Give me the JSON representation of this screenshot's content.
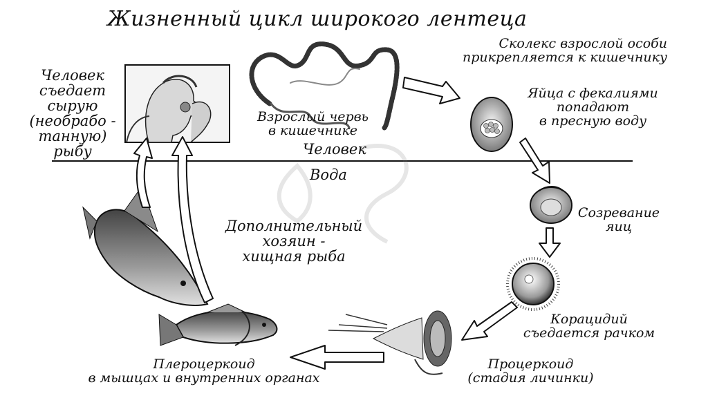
{
  "title": "Жизненный цикл широкого лентеца",
  "labels": {
    "human_eats": [
      "Человек",
      "съедает",
      "сырую",
      "(необрабо -",
      "танную)",
      "рыбу"
    ],
    "scolex": [
      "Сколекс взрослой особи",
      "прикрепляется к кишечнику"
    ],
    "adult_worm": [
      "Взрослый червь",
      "в кишечнике"
    ],
    "eggs": [
      "Яйца с фекалиями",
      "попадают",
      "в пресную воду"
    ],
    "human_zone": "Человек",
    "water_zone": "Вода",
    "egg_maturation": [
      "Созревание",
      "яиц"
    ],
    "coracidium": [
      "Корацидий",
      "съедается рачком"
    ],
    "procercoid": [
      "Процеркоид",
      "(стадия личинки)"
    ],
    "plerocercoid": [
      "Плероцеркоид",
      "в мышцах и внутренних органах"
    ],
    "extra_host": [
      "Дополнительный",
      "хозяин -",
      "хищная рыба"
    ]
  }
}
